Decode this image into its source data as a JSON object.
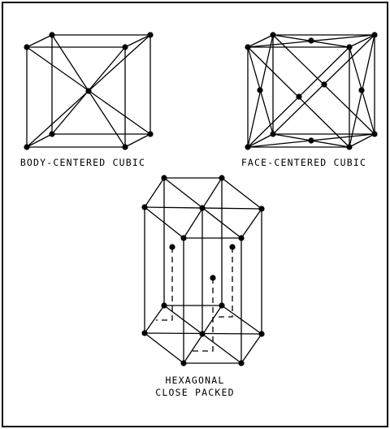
{
  "diagrams": {
    "bcc": {
      "label": "BODY-CENTERED CUBIC"
    },
    "fcc": {
      "label": "FACE-CENTERED CUBIC"
    },
    "hcp": {
      "label_line1": "HEXAGONAL",
      "label_line2": "CLOSE PACKED"
    }
  },
  "colors": {
    "line": "#000000",
    "background": "#ffffff"
  }
}
